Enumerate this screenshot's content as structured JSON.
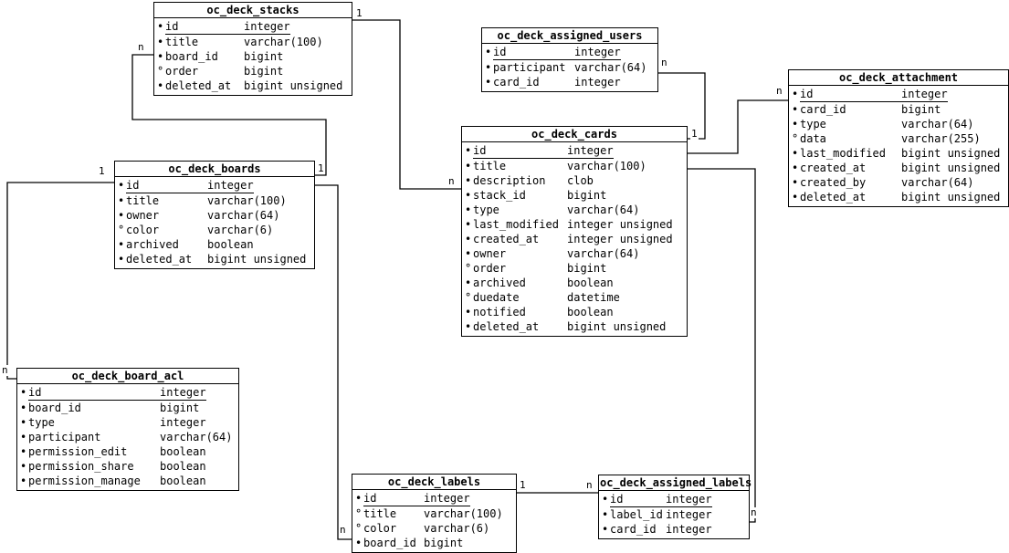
{
  "diagram": {
    "colors": {
      "background": "#ffffff",
      "border": "#000000",
      "text": "#000000",
      "line": "#000000"
    },
    "tables": [
      {
        "id": "oc_deck_stacks",
        "title": "oc_deck_stacks",
        "columns": [
          {
            "marker": "•",
            "name": "id",
            "type": "integer",
            "pk": true
          },
          {
            "marker": "•",
            "name": "title",
            "type": "varchar(100)"
          },
          {
            "marker": "•",
            "name": "board_id",
            "type": "bigint"
          },
          {
            "marker": "°",
            "name": "order",
            "type": "bigint"
          },
          {
            "marker": "•",
            "name": "deleted_at",
            "type": "bigint unsigned"
          }
        ]
      },
      {
        "id": "oc_deck_assigned_users",
        "title": "oc_deck_assigned_users",
        "columns": [
          {
            "marker": "•",
            "name": "id",
            "type": "integer",
            "pk": true
          },
          {
            "marker": "•",
            "name": "participant",
            "type": "varchar(64)"
          },
          {
            "marker": "•",
            "name": "card_id",
            "type": "integer"
          }
        ]
      },
      {
        "id": "oc_deck_attachment",
        "title": "oc_deck_attachment",
        "columns": [
          {
            "marker": "•",
            "name": "id",
            "type": "integer",
            "pk": true
          },
          {
            "marker": "•",
            "name": "card_id",
            "type": "bigint"
          },
          {
            "marker": "•",
            "name": "type",
            "type": "varchar(64)"
          },
          {
            "marker": "°",
            "name": "data",
            "type": "varchar(255)"
          },
          {
            "marker": "•",
            "name": "last_modified",
            "type": "bigint unsigned"
          },
          {
            "marker": "•",
            "name": "created_at",
            "type": "bigint unsigned"
          },
          {
            "marker": "•",
            "name": "created_by",
            "type": "varchar(64)"
          },
          {
            "marker": "•",
            "name": "deleted_at",
            "type": "bigint unsigned"
          }
        ]
      },
      {
        "id": "oc_deck_cards",
        "title": "oc_deck_cards",
        "columns": [
          {
            "marker": "•",
            "name": "id",
            "type": "integer",
            "pk": true
          },
          {
            "marker": "•",
            "name": "title",
            "type": "varchar(100)"
          },
          {
            "marker": "•",
            "name": "description",
            "type": "clob"
          },
          {
            "marker": "•",
            "name": "stack_id",
            "type": "bigint"
          },
          {
            "marker": "•",
            "name": "type",
            "type": "varchar(64)"
          },
          {
            "marker": "•",
            "name": "last_modified",
            "type": "integer unsigned"
          },
          {
            "marker": "•",
            "name": "created_at",
            "type": "integer unsigned"
          },
          {
            "marker": "•",
            "name": "owner",
            "type": "varchar(64)"
          },
          {
            "marker": "°",
            "name": "order",
            "type": "bigint"
          },
          {
            "marker": "•",
            "name": "archived",
            "type": "boolean"
          },
          {
            "marker": "°",
            "name": "duedate",
            "type": "datetime"
          },
          {
            "marker": "•",
            "name": "notified",
            "type": "boolean"
          },
          {
            "marker": "•",
            "name": "deleted_at",
            "type": "bigint unsigned"
          }
        ]
      },
      {
        "id": "oc_deck_boards",
        "title": "oc_deck_boards",
        "columns": [
          {
            "marker": "•",
            "name": "id",
            "type": "integer",
            "pk": true
          },
          {
            "marker": "•",
            "name": "title",
            "type": "varchar(100)"
          },
          {
            "marker": "•",
            "name": "owner",
            "type": "varchar(64)"
          },
          {
            "marker": "°",
            "name": "color",
            "type": "varchar(6)"
          },
          {
            "marker": "•",
            "name": "archived",
            "type": "boolean"
          },
          {
            "marker": "•",
            "name": "deleted_at",
            "type": "bigint unsigned"
          }
        ]
      },
      {
        "id": "oc_deck_board_acl",
        "title": "oc_deck_board_acl",
        "columns": [
          {
            "marker": "•",
            "name": "id",
            "type": "integer",
            "pk": true
          },
          {
            "marker": "•",
            "name": "board_id",
            "type": "bigint"
          },
          {
            "marker": "•",
            "name": "type",
            "type": "integer"
          },
          {
            "marker": "•",
            "name": "participant",
            "type": "varchar(64)"
          },
          {
            "marker": "•",
            "name": "permission_edit",
            "type": "boolean"
          },
          {
            "marker": "•",
            "name": "permission_share",
            "type": "boolean"
          },
          {
            "marker": "•",
            "name": "permission_manage",
            "type": "boolean"
          }
        ]
      },
      {
        "id": "oc_deck_labels",
        "title": "oc_deck_labels",
        "columns": [
          {
            "marker": "•",
            "name": "id",
            "type": "integer",
            "pk": true
          },
          {
            "marker": "°",
            "name": "title",
            "type": "varchar(100)"
          },
          {
            "marker": "°",
            "name": "color",
            "type": "varchar(6)"
          },
          {
            "marker": "•",
            "name": "board_id",
            "type": "bigint"
          }
        ]
      },
      {
        "id": "oc_deck_assigned_labels",
        "title": "oc_deck_assigned_labels",
        "columns": [
          {
            "marker": "•",
            "name": "id",
            "type": "integer",
            "pk": true
          },
          {
            "marker": "•",
            "name": "label_id",
            "type": "integer"
          },
          {
            "marker": "•",
            "name": "card_id",
            "type": "integer"
          }
        ]
      }
    ],
    "relationships": [
      {
        "from": "oc_deck_stacks",
        "to": "oc_deck_cards",
        "from_card": "1",
        "to_card": "n"
      },
      {
        "from": "oc_deck_boards",
        "to": "oc_deck_stacks",
        "from_card": "1",
        "to_card": "n"
      },
      {
        "from": "oc_deck_boards",
        "to": "oc_deck_board_acl",
        "from_card": "1",
        "to_card": "n"
      },
      {
        "from": "oc_deck_cards",
        "to": "oc_deck_assigned_users",
        "from_card": "1",
        "to_card": "n"
      },
      {
        "from": "oc_deck_cards",
        "to": "oc_deck_attachment",
        "from_card": "1",
        "to_card": "n"
      },
      {
        "from": "oc_deck_labels",
        "to": "oc_deck_assigned_labels",
        "from_card": "1",
        "to_card": "n"
      },
      {
        "from": "oc_deck_cards",
        "to": "oc_deck_assigned_labels",
        "from_card": "1",
        "to_card": "n"
      },
      {
        "from": "oc_deck_boards",
        "to": "oc_deck_labels",
        "from_card": "1",
        "to_card": "n"
      }
    ],
    "cardinalities": [
      {
        "at": "oc_deck_stacks-right",
        "label": "1"
      },
      {
        "at": "oc_deck_stacks-left",
        "label": "n"
      },
      {
        "at": "oc_deck_cards-left",
        "label": "n"
      },
      {
        "at": "oc_deck_boards-right",
        "label": "1"
      },
      {
        "at": "oc_deck_boards-left",
        "label": "1"
      },
      {
        "at": "oc_deck_board_acl-left",
        "label": "n"
      },
      {
        "at": "oc_deck_assigned_users-right",
        "label": "n"
      },
      {
        "at": "oc_deck_cards-right",
        "label": "1"
      },
      {
        "at": "oc_deck_attachment-left",
        "label": "n"
      },
      {
        "at": "oc_deck_labels-right",
        "label": "1"
      },
      {
        "at": "oc_deck_assigned_labels-left",
        "label": "n"
      },
      {
        "at": "oc_deck_assigned_labels-right",
        "label": "n"
      },
      {
        "at": "oc_deck_labels-bottom-left",
        "label": "n"
      }
    ]
  }
}
